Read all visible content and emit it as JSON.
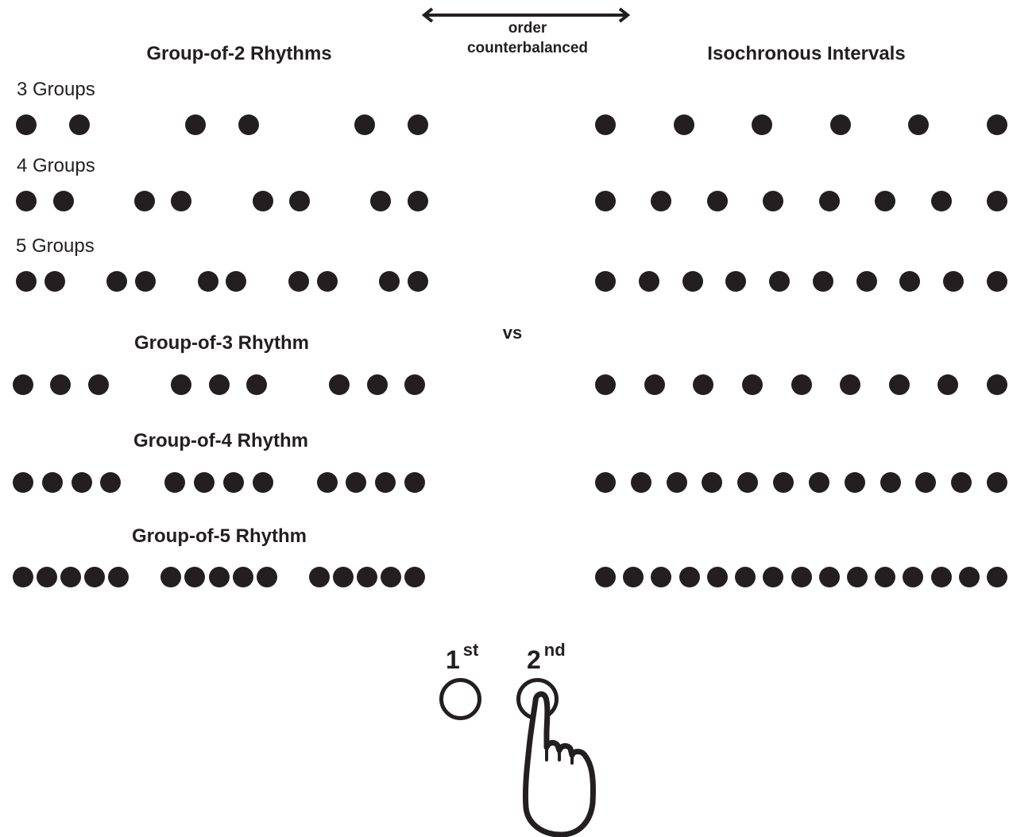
{
  "header": {
    "left_title": "Group-of-2 Rhythms",
    "right_title": "Isochronous Intervals",
    "order_label_line1": "order",
    "order_label_line2": "counterbalanced"
  },
  "vs_label": "vs",
  "rows": [
    {
      "id": "g2-3",
      "label": "3 Groups",
      "left_groups": [
        2,
        2,
        2
      ],
      "right_count": 6
    },
    {
      "id": "g2-4",
      "label": "4 Groups",
      "left_groups": [
        2,
        2,
        2,
        2
      ],
      "right_count": 8
    },
    {
      "id": "g2-5",
      "label": "5 Groups",
      "left_groups": [
        2,
        2,
        2,
        2,
        2
      ],
      "right_count": 10
    },
    {
      "id": "g3",
      "label": "Group-of-3 Rhythm",
      "left_groups": [
        3,
        3,
        3
      ],
      "right_count": 9
    },
    {
      "id": "g4",
      "label": "Group-of-4 Rhythm",
      "left_groups": [
        4,
        4,
        4
      ],
      "right_count": 12
    },
    {
      "id": "g5",
      "label": "Group-of-5 Rhythm",
      "left_groups": [
        5,
        5,
        5
      ],
      "right_count": 15
    }
  ],
  "buttons": {
    "first": {
      "number": "1",
      "suffix": "st"
    },
    "second": {
      "number": "2",
      "suffix": "nd"
    }
  },
  "icons": {
    "arrow": "double-arrow-icon",
    "hand": "pointing-hand-icon"
  },
  "colors": {
    "ink": "#231f20",
    "background": "#ffffff"
  }
}
